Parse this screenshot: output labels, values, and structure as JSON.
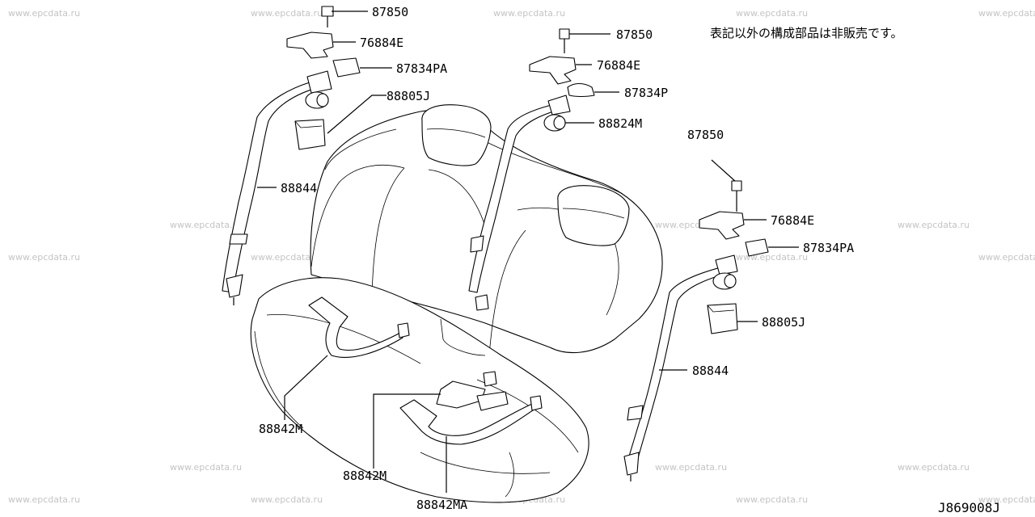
{
  "note": "表記以外の構成部品は非販売です。",
  "diagram_code": "J869008J",
  "watermark": "www.epcdata.ru",
  "labels": {
    "bolt_left": "87850",
    "bracket_left": "76884E",
    "cover_left": "87834PA",
    "escutcheon_left": "88805J",
    "belt_left": "88844",
    "bolt_center": "87850",
    "bracket_center": "76884E",
    "cover_center": "87834P",
    "retractor_center": "88824M",
    "bolt_right": "87850",
    "bracket_right": "76884E",
    "cover_right": "87834PA",
    "escutcheon_right": "88805J",
    "belt_right": "88844",
    "buckle_left": "88842M",
    "buckle_center": "88842M",
    "buckle_center_b": "88842MA"
  }
}
